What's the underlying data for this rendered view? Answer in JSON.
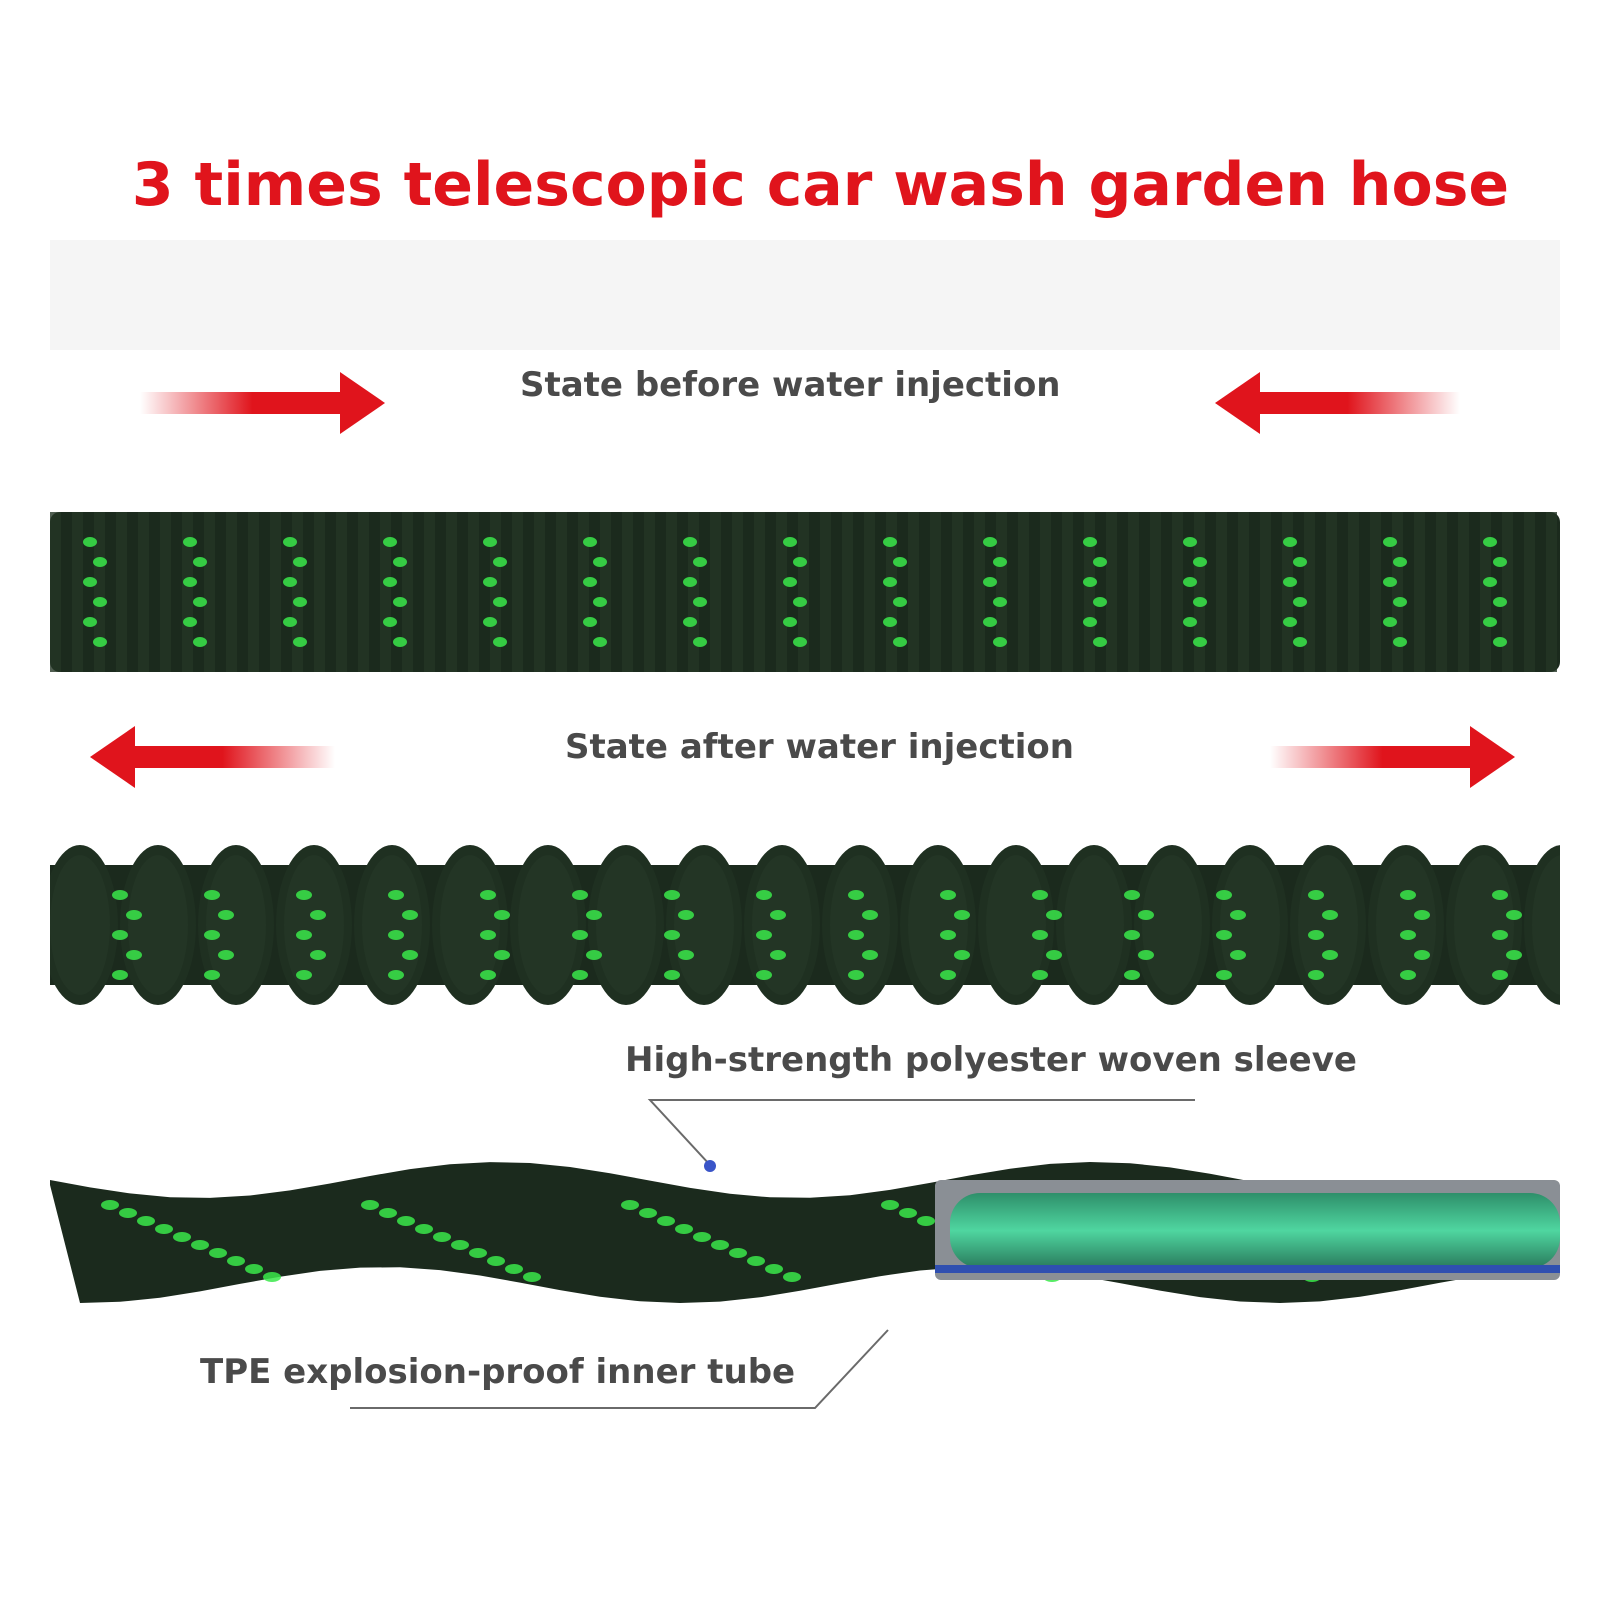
{
  "title": "3 times telescopic car wash garden hose",
  "labels": {
    "before": "State before water injection",
    "after": "State after water injection",
    "sleeve": "High-strength polyester woven sleeve",
    "inner_tube": "TPE explosion-proof inner tube"
  },
  "colors": {
    "title": "#e0141c",
    "arrow": "#e0141c",
    "hose_base": "#1b2a1d",
    "hose_accent": "#39e84a",
    "label": "#4a4a4a"
  },
  "icons": {
    "arrow_right": "arrow-right-icon",
    "arrow_left": "arrow-left-icon"
  }
}
